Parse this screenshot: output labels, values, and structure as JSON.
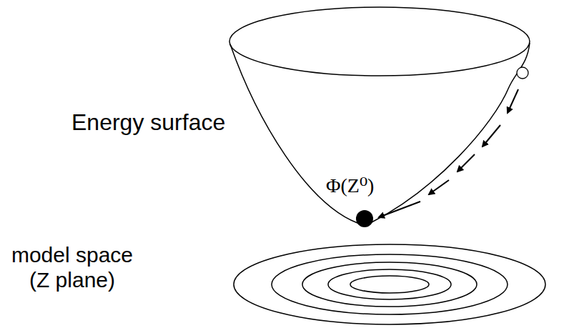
{
  "diagram": {
    "labels": [
      "Energy surface",
      "Φ(Z⁰)",
      "model space (Z plane)"
    ]
  }
}
